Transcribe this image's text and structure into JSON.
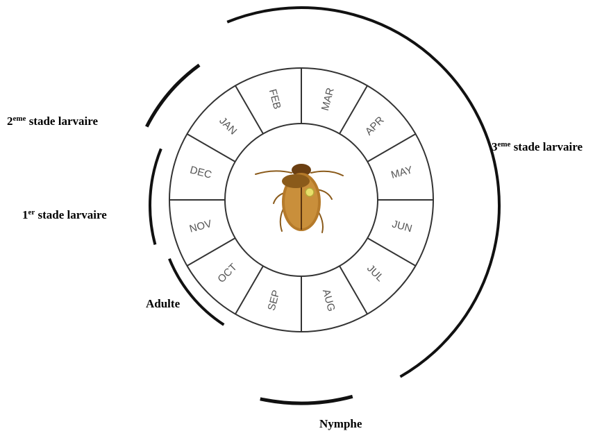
{
  "diagram": {
    "months": [
      "JAN",
      "FEB",
      "MAR",
      "APR",
      "MAY",
      "JUN",
      "JUL",
      "AUG",
      "SEP",
      "OCT",
      "NOV",
      "DEC"
    ],
    "stages": {
      "stage2": {
        "num": "2",
        "sup": "eme",
        "text": " stade larvaire"
      },
      "stage3": {
        "num": "3",
        "sup": "eme",
        "text": " stade larvaire"
      },
      "stage1": {
        "num": "1",
        "sup": "er",
        "text": " stade larvaire"
      },
      "adult": {
        "text": "Adulte"
      },
      "nymph": {
        "text": "Nymphe"
      }
    },
    "center_image": "beetle-icon"
  }
}
